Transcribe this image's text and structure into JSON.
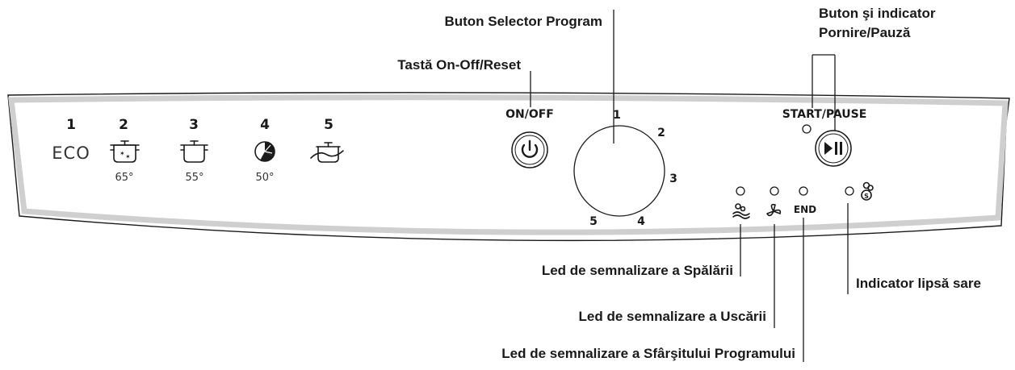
{
  "callouts": {
    "program_selector": "Buton Selector Program",
    "start_pause": "Buton şi indicator",
    "start_pause_line2": "Pornire/Pauză",
    "on_off": "Tastă On-Off/Reset",
    "wash_led": "Led de semnalizare a Spălării",
    "dry_led": "Led de semnalizare a Uscării",
    "end_led": "Led de semnalizare a Sfârşitului Programului",
    "salt_indicator": "Indicator lipsă sare"
  },
  "panel": {
    "programs": [
      {
        "number": "1",
        "label": "ECO",
        "temp": ""
      },
      {
        "number": "2",
        "label": "",
        "temp": "65°",
        "icon": "intensive-pot-icon"
      },
      {
        "number": "3",
        "label": "",
        "temp": "55°",
        "icon": "pot-icon"
      },
      {
        "number": "4",
        "label": "",
        "temp": "50°",
        "icon": "quick-clock-icon"
      },
      {
        "number": "5",
        "label": "",
        "temp": "",
        "icon": "prewash-pot-icon"
      }
    ],
    "on_off_label": "ON/OFF",
    "start_pause_label": "START/PAUSE",
    "dial_numbers": [
      "1",
      "2",
      "3",
      "4",
      "5"
    ],
    "end_label": "END"
  }
}
